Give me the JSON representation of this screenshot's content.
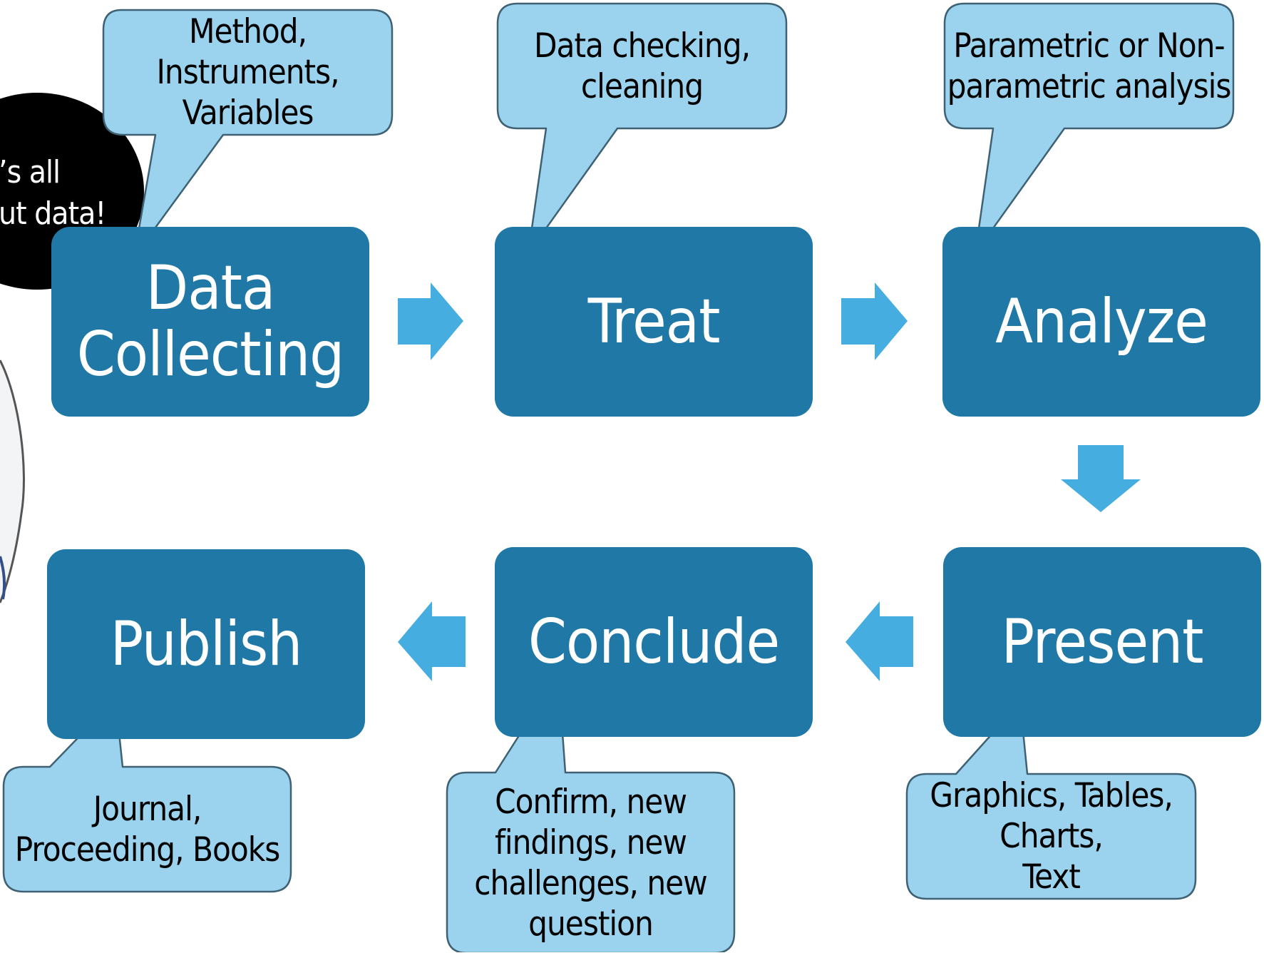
{
  "steps": {
    "data_collecting": "Data\nCollecting",
    "treat": "Treat",
    "analyze": "Analyze",
    "present": "Present",
    "conclude": "Conclude",
    "publish": "Publish"
  },
  "callouts": {
    "data_collecting": "Method,\nInstruments,\nVariables",
    "treat": "Data checking,\ncleaning",
    "analyze": "Parametric or Non-\nparametric analysis",
    "present": "Graphics, Tables,\nCharts,\nText",
    "conclude": "Confirm, new\nfindings, new\nchallenges, new\nquestion",
    "publish": "Journal,\nProceeding, Books"
  },
  "speech_bubble": "’s all\nut data!",
  "colors": {
    "box": "#1f78a5",
    "callout": "#9bd3ee",
    "callout_border": "#3e6174",
    "arrow": "#45ade0",
    "bubble": "#000000"
  }
}
